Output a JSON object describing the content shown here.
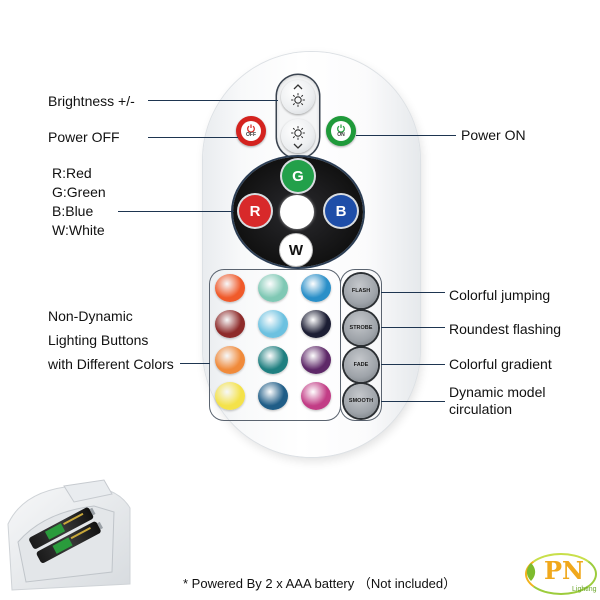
{
  "labels": {
    "brightness": "Brightness +/-",
    "power_off": "Power OFF",
    "power_on": "Power ON",
    "color_keys": [
      "R:Red",
      "G:Green",
      "B:Blue",
      "W:White"
    ],
    "non_dynamic": [
      "Non-Dynamic",
      "Lighting Buttons",
      "with Different Colors"
    ],
    "colorful_jumping": "Colorful jumping",
    "roundest_flashing": "Roundest flashing",
    "colorful_gradient": "Colorful gradient",
    "dynamic_model": [
      "Dynamic model",
      "circulation"
    ]
  },
  "remote": {
    "power_off_text": "OFF",
    "power_on_text": "ON",
    "color_buttons": {
      "g": "G",
      "r": "R",
      "b": "B",
      "w": "W"
    },
    "dynamic_buttons": [
      "FLASH",
      "STROBE",
      "FADE",
      "SMOOTH"
    ],
    "swatch_colors": [
      [
        "#f05a2a",
        "#7fc8b4",
        "#2a8fc8"
      ],
      [
        "#8e2b2a",
        "#6cc1e0",
        "#1c1e34"
      ],
      [
        "#f08a3a",
        "#1f7f80",
        "#5e2868"
      ],
      [
        "#f4e24a",
        "#1f5d87",
        "#c23d86"
      ]
    ]
  },
  "footnote": "* Powered By 2 x AAA battery （Not included）",
  "logo": {
    "text": "PN",
    "subtext": "Lighting"
  },
  "colors": {
    "power_off": "#d4231f",
    "power_on": "#1f9a3a",
    "red": "#d8292a",
    "green": "#22a04a",
    "blue": "#1e4ea8",
    "leader": "#1e3550"
  }
}
